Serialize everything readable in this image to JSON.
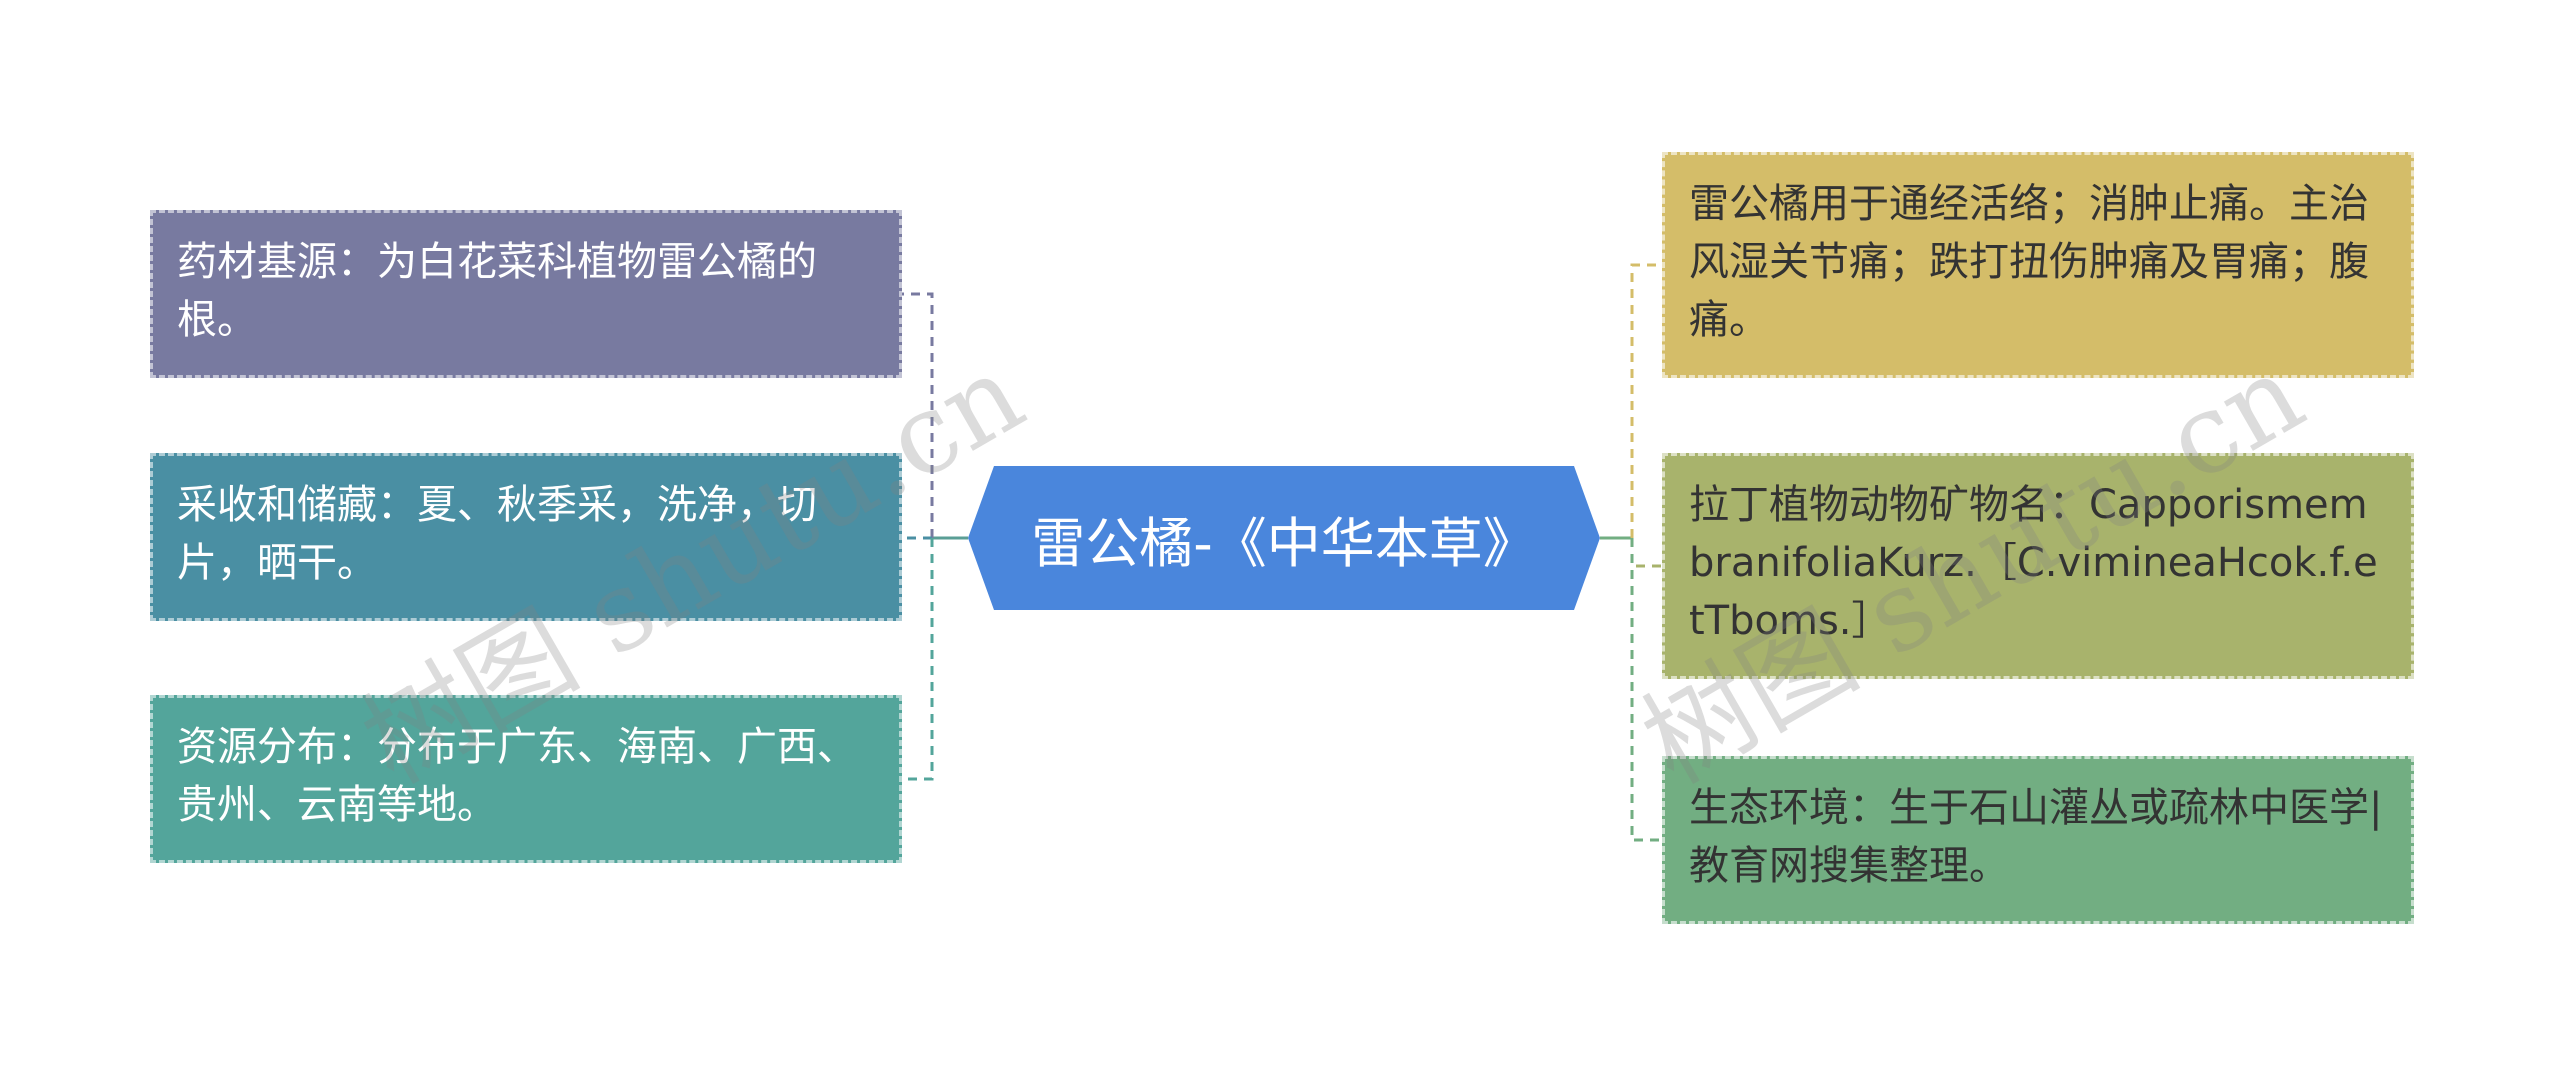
{
  "center": {
    "label": "雷公橘-《中华本草》"
  },
  "left_nodes": [
    {
      "text": "药材基源：为白花菜科植物雷公橘的根。",
      "color": "#787aa0"
    },
    {
      "text": "采收和储藏：夏、秋季采，洗净，切片，晒干。",
      "color": "#4a8fa3"
    },
    {
      "text": "资源分布：分布于广东、海南、广西、贵州、云南等地。",
      "color": "#53a59b"
    }
  ],
  "right_nodes": [
    {
      "text": "雷公橘用于通经活络；消肿止痛。主治风湿关节痛；跌打扭伤肿痛及胃痛；腹痛。",
      "color": "#d4bd69"
    },
    {
      "text": "拉丁植物动物矿物名：CapporismembranifoliaKurz.［C.vimineaHcok.f.etTboms.］",
      "color": "#a8b36c"
    },
    {
      "text": "生态环境：生于石山灌丛或疏林中医学|教育网搜集整理。",
      "color": "#72ae82"
    }
  ],
  "watermark": {
    "text": "树图 shutu.cn"
  }
}
